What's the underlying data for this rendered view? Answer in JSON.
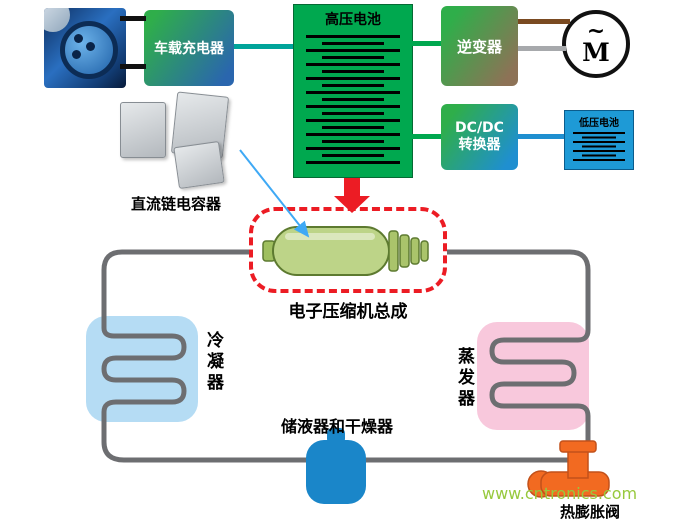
{
  "top": {
    "charger": "车载充电器",
    "hv_battery": "高压电池",
    "inverter": "逆变器",
    "dcdc_line1": "DC/DC",
    "dcdc_line2": "转换器",
    "lv_battery": "低压电池",
    "motor_tilde": "~",
    "motor_m": "M",
    "capacitor_label": "直流链电容器"
  },
  "loop": {
    "compressor_label": "电子压缩机总成",
    "condenser_label": "冷凝器",
    "evaporator_label": "蒸发器",
    "receiver_label": "储液器和干燥器",
    "valve_label": "热膨胀阀"
  },
  "watermark": {
    "text": "www.cntronics.com"
  },
  "colors": {
    "battery_green": "#00a84f",
    "charger_gradient_start": "#2fae4a",
    "charger_gradient_end": "#2a66ae",
    "inverter_gradient_end": "#8d7256",
    "dcdc_gradient_end": "#1f8fd0",
    "lv_battery_blue": "#1e9ad6",
    "outline_red": "#ec1c24",
    "pipe_gray": "#6d6e71",
    "condenser_blue": "#b5dcf4",
    "evaporator_pink": "#f8c8dc",
    "tank_blue": "#1a86c9",
    "valve_orange": "#f26a21",
    "compressor_green": "#bdd488",
    "watermark_green": "#97c93d"
  }
}
